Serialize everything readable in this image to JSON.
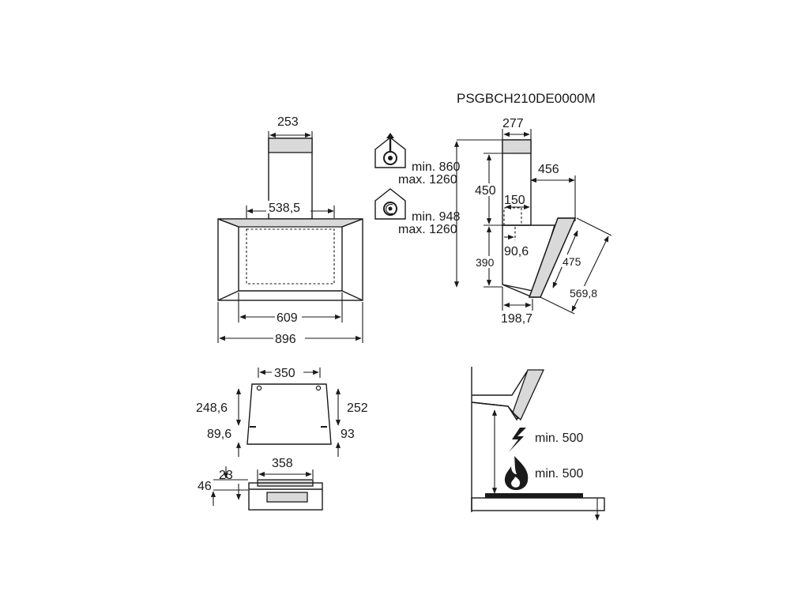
{
  "model": "PSGBCH210DE0000M",
  "front_view": {
    "dim_chimney_width": "253",
    "dim_inner_width": "538,5",
    "dim_glass_width": "609",
    "dim_total_width": "896"
  },
  "side_view": {
    "dim_chimney_depth": "277",
    "dim_depth": "456",
    "dim_chimney_height": "450",
    "dim_outlet_offset": "150",
    "dim_outlet_x": "90,6",
    "dim_body_height": "390",
    "dim_panel_length": "475",
    "dim_panel_diagonal": "569,8",
    "dim_base_depth": "198,7"
  },
  "installation": {
    "extraction_min": "min. 860",
    "extraction_max": "max. 1260",
    "recirculation_min": "min. 948",
    "recirculation_max": "max. 1260"
  },
  "bracket_view": {
    "dim_hole_spacing": "350",
    "dim_left_height": "248,6",
    "dim_right_height": "252",
    "dim_left_low": "89,6",
    "dim_right_low": "93",
    "dim_bottom_width": "358",
    "dim_depth_small": "23",
    "dim_depth_large": "46"
  },
  "clearance": {
    "electric_min": "min. 500",
    "gas_min": "min. 500"
  },
  "icons": [
    "extraction-icon",
    "recirculation-icon",
    "electric-hob-icon",
    "gas-flame-icon"
  ]
}
